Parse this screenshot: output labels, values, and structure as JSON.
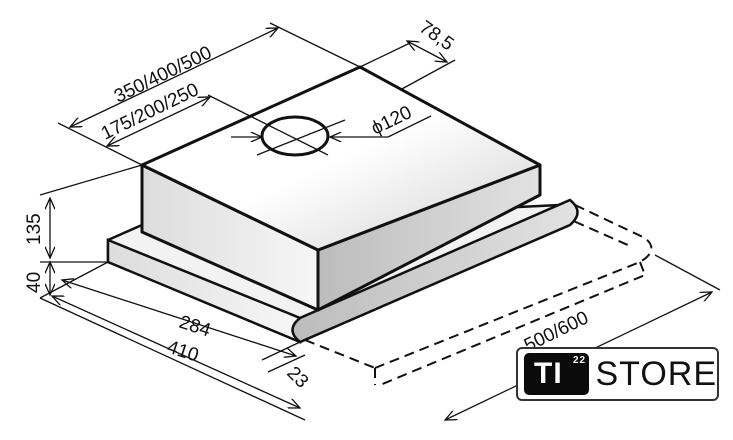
{
  "title": "Telescopic cooker hood dimension drawing",
  "dimensions": {
    "width_total": "350/400/500",
    "outlet_offset": "175/200/250",
    "outlet_depth": "78,5",
    "outlet_diameter": "ϕ120",
    "height_body": "135",
    "height_base": "40",
    "depth_body": "284",
    "depth_base": "410",
    "front_strip": "23",
    "extended_width": "500/600"
  },
  "logo": {
    "text": "TI",
    "superscript": "22",
    "word": "STORE"
  }
}
